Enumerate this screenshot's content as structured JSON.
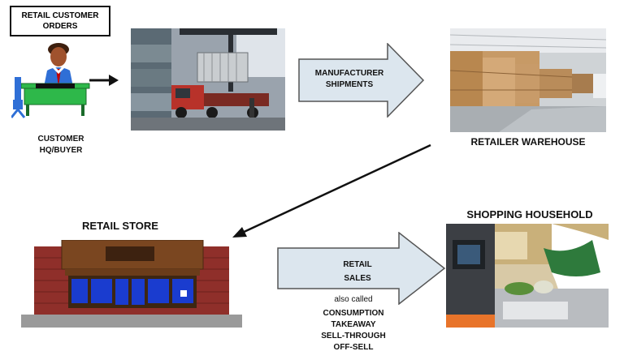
{
  "customer_orders": {
    "line1": "RETAIL CUSTOMER",
    "line2": "ORDERS"
  },
  "customer_label": {
    "line1": "CUSTOMER",
    "line2": "HQ/BUYER"
  },
  "manufacturer_arrow": {
    "line1": "MANUFACTURER",
    "line2": "SHIPMENTS"
  },
  "warehouse_label": "RETAILER WAREHOUSE",
  "store_label": "RETAIL STORE",
  "household_label": "SHOPPING HOUSEHOLD",
  "sales_arrow": {
    "line1": "RETAIL",
    "line2": "SALES"
  },
  "also_called": "also called",
  "synonyms": [
    "CONSUMPTION",
    "TAKEAWAY",
    "SELL-THROUGH",
    "OFF-SELL"
  ],
  "colors": {
    "arrow_fill": "#dce6ee",
    "arrow_stroke": "#555555",
    "brick": "#8f2f2a",
    "window": "#1a3ccf"
  },
  "icons": [
    "person-at-desk-icon",
    "container-port-image",
    "warehouse-image",
    "storefront-icon",
    "checkout-image"
  ]
}
